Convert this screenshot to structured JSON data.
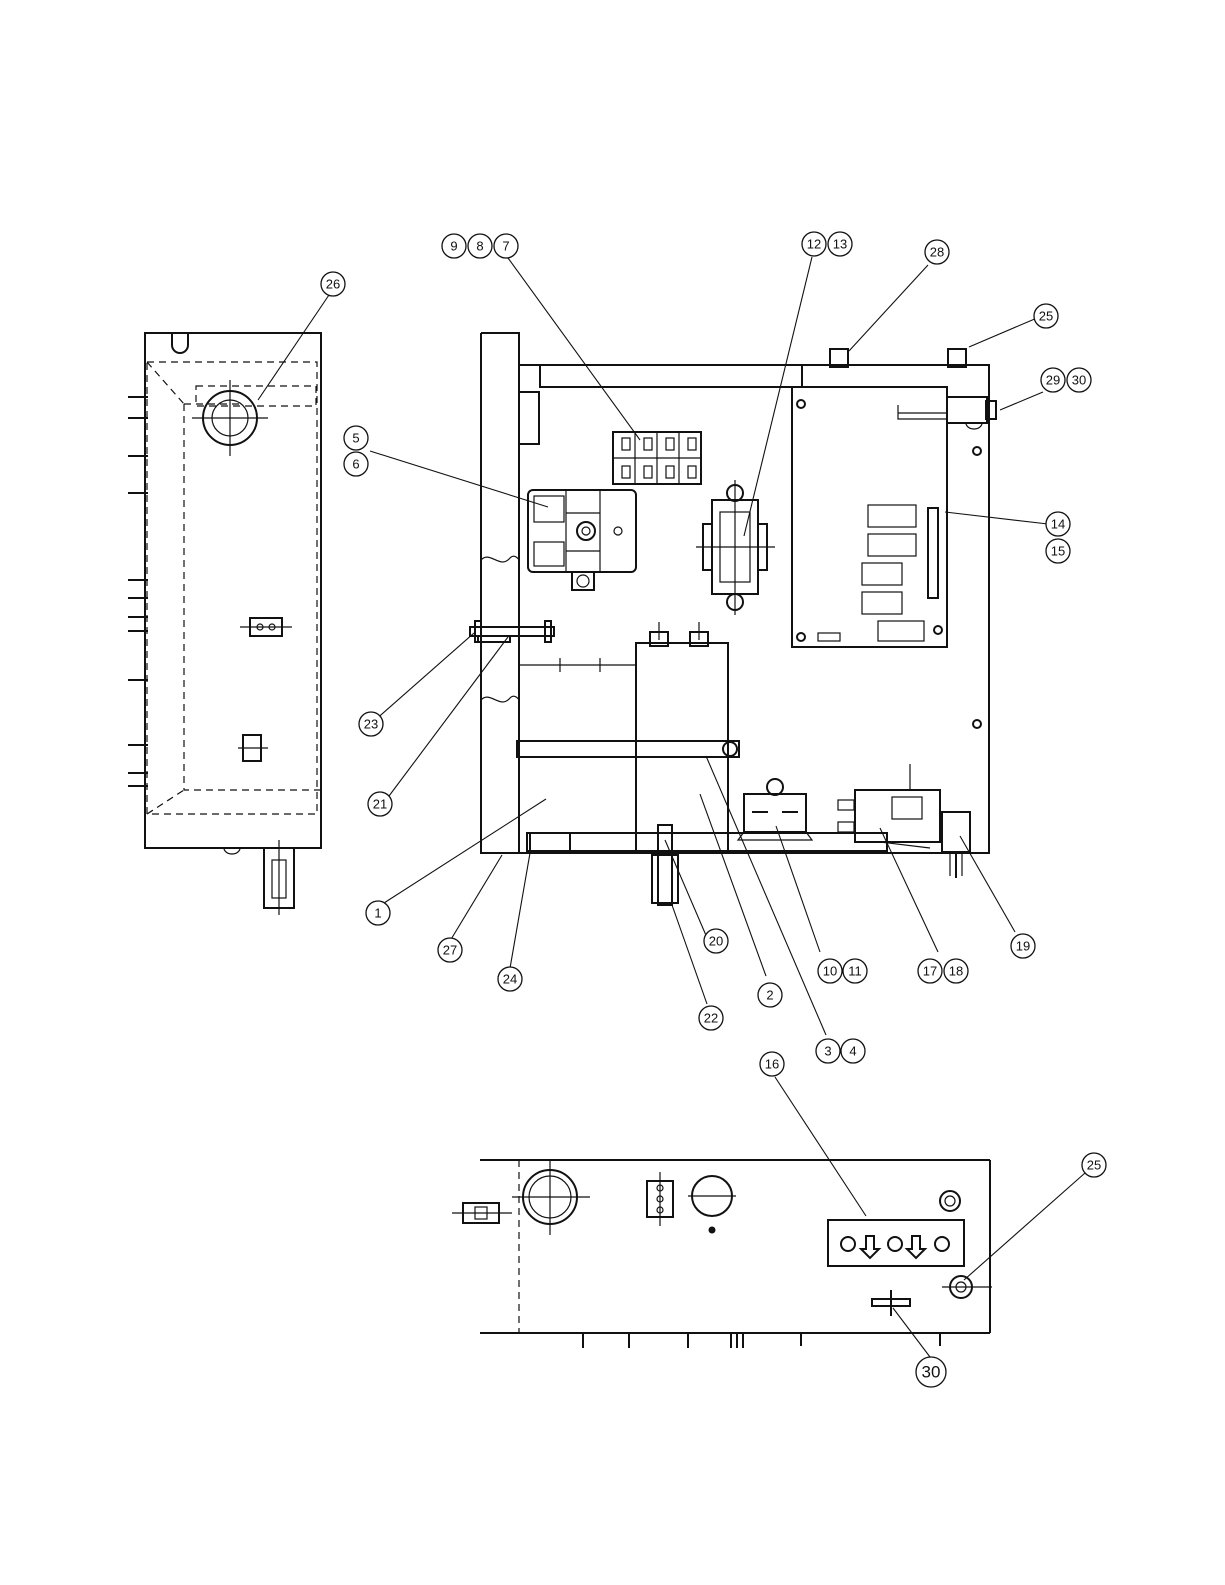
{
  "balloons": [
    "1",
    "2",
    "3",
    "4",
    "5",
    "6",
    "7",
    "8",
    "9",
    "10",
    "11",
    "12",
    "13",
    "14",
    "15",
    "16",
    "17",
    "18",
    "19",
    "20",
    "21",
    "22",
    "23",
    "24",
    "25",
    "25",
    "26",
    "27",
    "28",
    "29",
    "30",
    "30"
  ]
}
